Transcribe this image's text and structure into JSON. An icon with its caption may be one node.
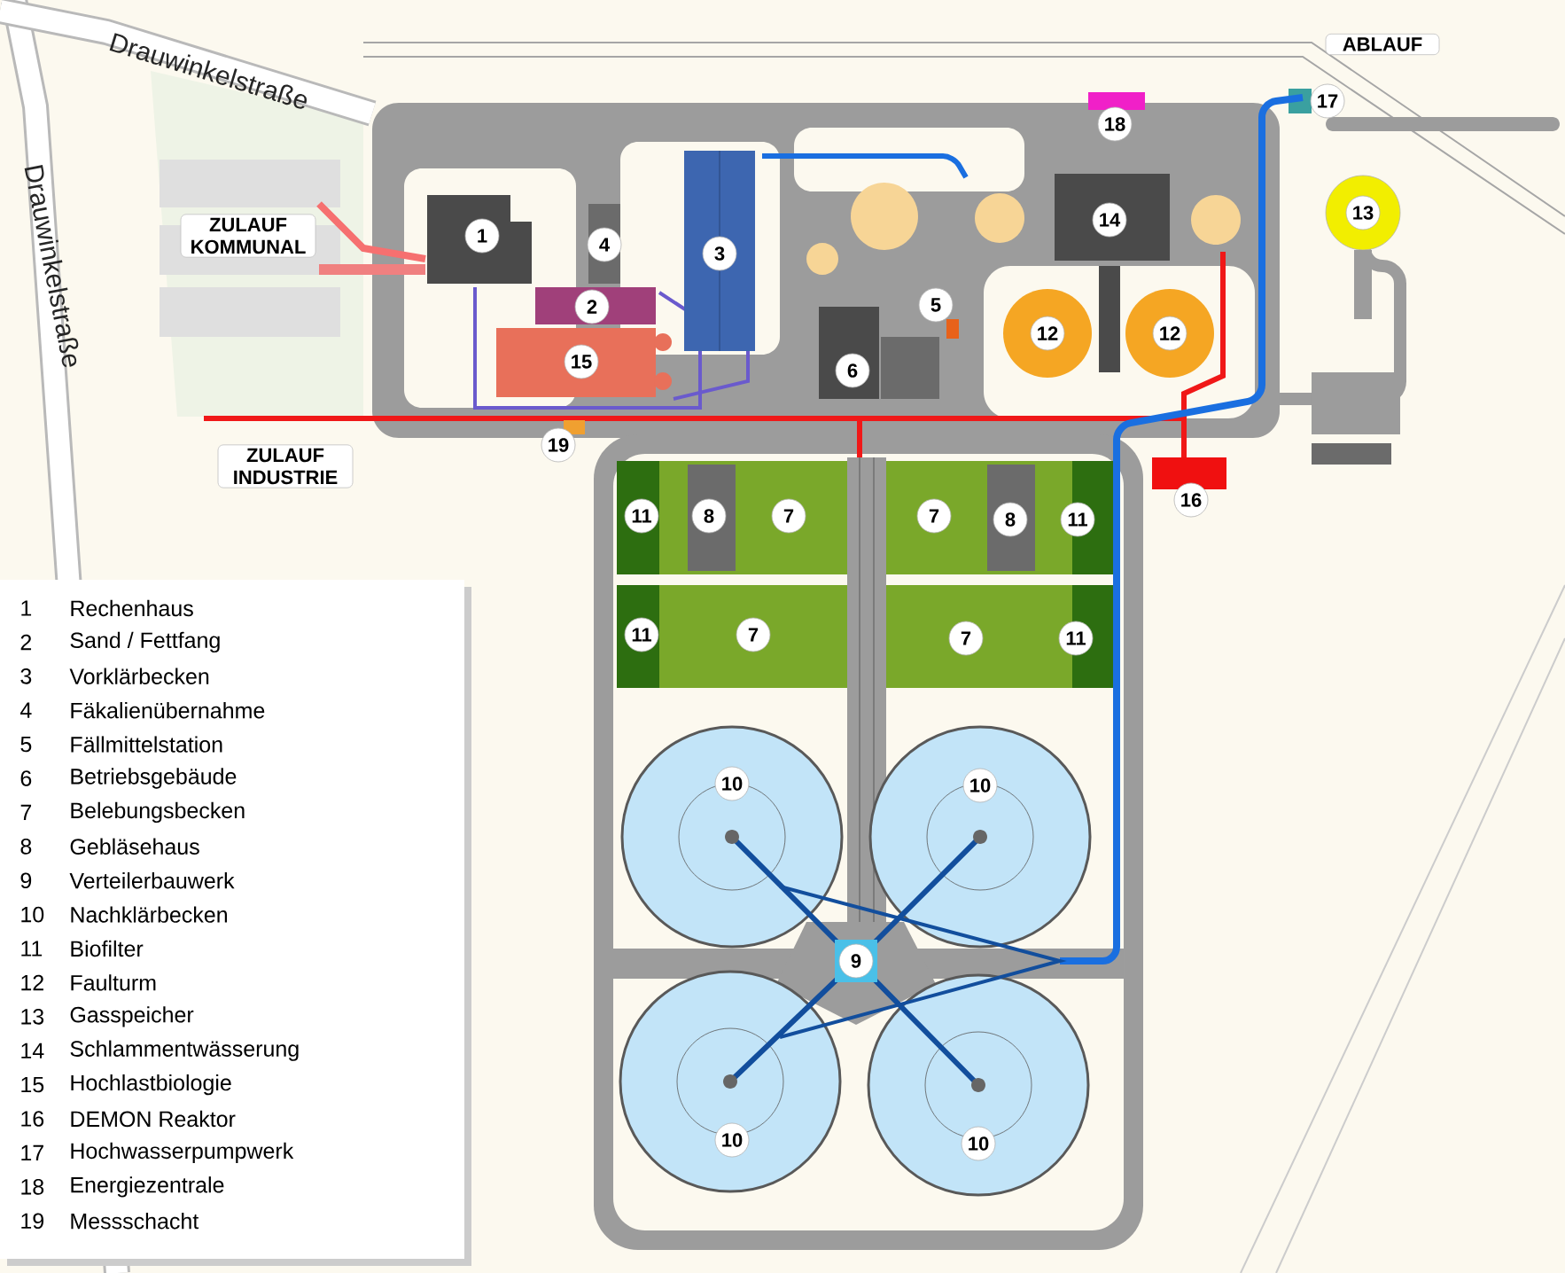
{
  "diagram": {
    "nodes": [
      {
        "text": [
          "1"
        ]
      },
      {
        "text": [
          "2"
        ]
      },
      {
        "text": [
          "3"
        ]
      },
      {
        "text": [
          "4"
        ]
      },
      {
        "text": [
          "5"
        ]
      },
      {
        "text": [
          "6"
        ]
      },
      {
        "text": [
          "15"
        ]
      },
      {
        "text": [
          "19"
        ]
      },
      {
        "text": [
          "18"
        ]
      },
      {
        "text": [
          "17"
        ]
      },
      {
        "text": [
          "14"
        ]
      },
      {
        "text": [
          "13"
        ]
      },
      {
        "text": [
          "12"
        ]
      },
      {
        "text": [
          "12"
        ]
      },
      {
        "text": [
          "16"
        ]
      },
      {
        "text": [
          "11"
        ]
      },
      {
        "text": [
          "8"
        ]
      },
      {
        "text": [
          "7"
        ]
      },
      {
        "text": [
          "7"
        ]
      },
      {
        "text": [
          "8"
        ]
      },
      {
        "text": [
          "11"
        ]
      },
      {
        "text": [
          "11"
        ]
      },
      {
        "text": [
          "7"
        ]
      },
      {
        "text": [
          "7"
        ]
      },
      {
        "text": [
          "11"
        ]
      },
      {
        "text": [
          "10"
        ]
      },
      {
        "text": [
          "10"
        ]
      },
      {
        "text": [
          "9"
        ]
      },
      {
        "text": [
          "10"
        ]
      },
      {
        "text": [
          "10"
        ]
      },
      {
        "text": [
          "ZULAUF KOMMUNAL"
        ]
      },
      {
        "text": [
          "ZULAUF INDUSTRIE"
        ]
      },
      {
        "text": [
          "ABLAUF"
        ]
      }
    ],
    "labels": [
      "Drauwinkelstraße",
      "Drauwinkelstraße",
      "1",
      "Rechenhaus",
      "2",
      "Sand / Fettfang",
      "3",
      "Vorklärbecken",
      "4",
      "Fäkalienübernahme",
      "5",
      "Fällmittelstation",
      "6",
      "Betriebsgebäude",
      "7",
      "Belebungsbecken",
      "8",
      "Gebläsehaus",
      "9",
      "Verteilerbauwerk",
      "10",
      "Nachklärbecken",
      "11",
      "Biofilter",
      "12",
      "Faulturm",
      "13",
      "Gasspeicher",
      "14",
      "Schlammentwässerung",
      "15",
      "Hochlastbiologie",
      "16",
      "DEMON Reaktor",
      "17",
      "Hochwasserpumpwerk",
      "18",
      "Energiezentrale",
      "19",
      "Messschacht"
    ]
  }
}
